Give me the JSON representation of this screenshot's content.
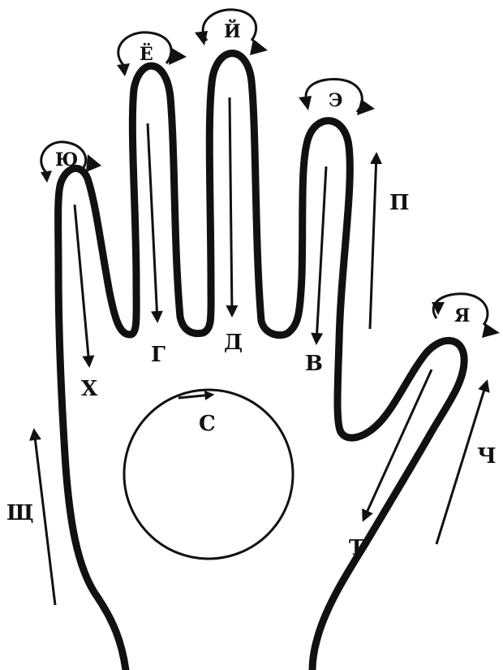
{
  "diagram": {
    "labels": {
      "yu": "Ю",
      "yo": "Ё",
      "yi": "Й",
      "e": "Э",
      "ya": "Я",
      "p": "П",
      "zh": "Х",
      "g": "Г",
      "d": "Д",
      "v": "В",
      "s": "С",
      "shch": "Щ",
      "t": "Т",
      "ch": "Ч"
    },
    "colors": {
      "ink": "#111111",
      "paper": "#ffffff"
    }
  }
}
